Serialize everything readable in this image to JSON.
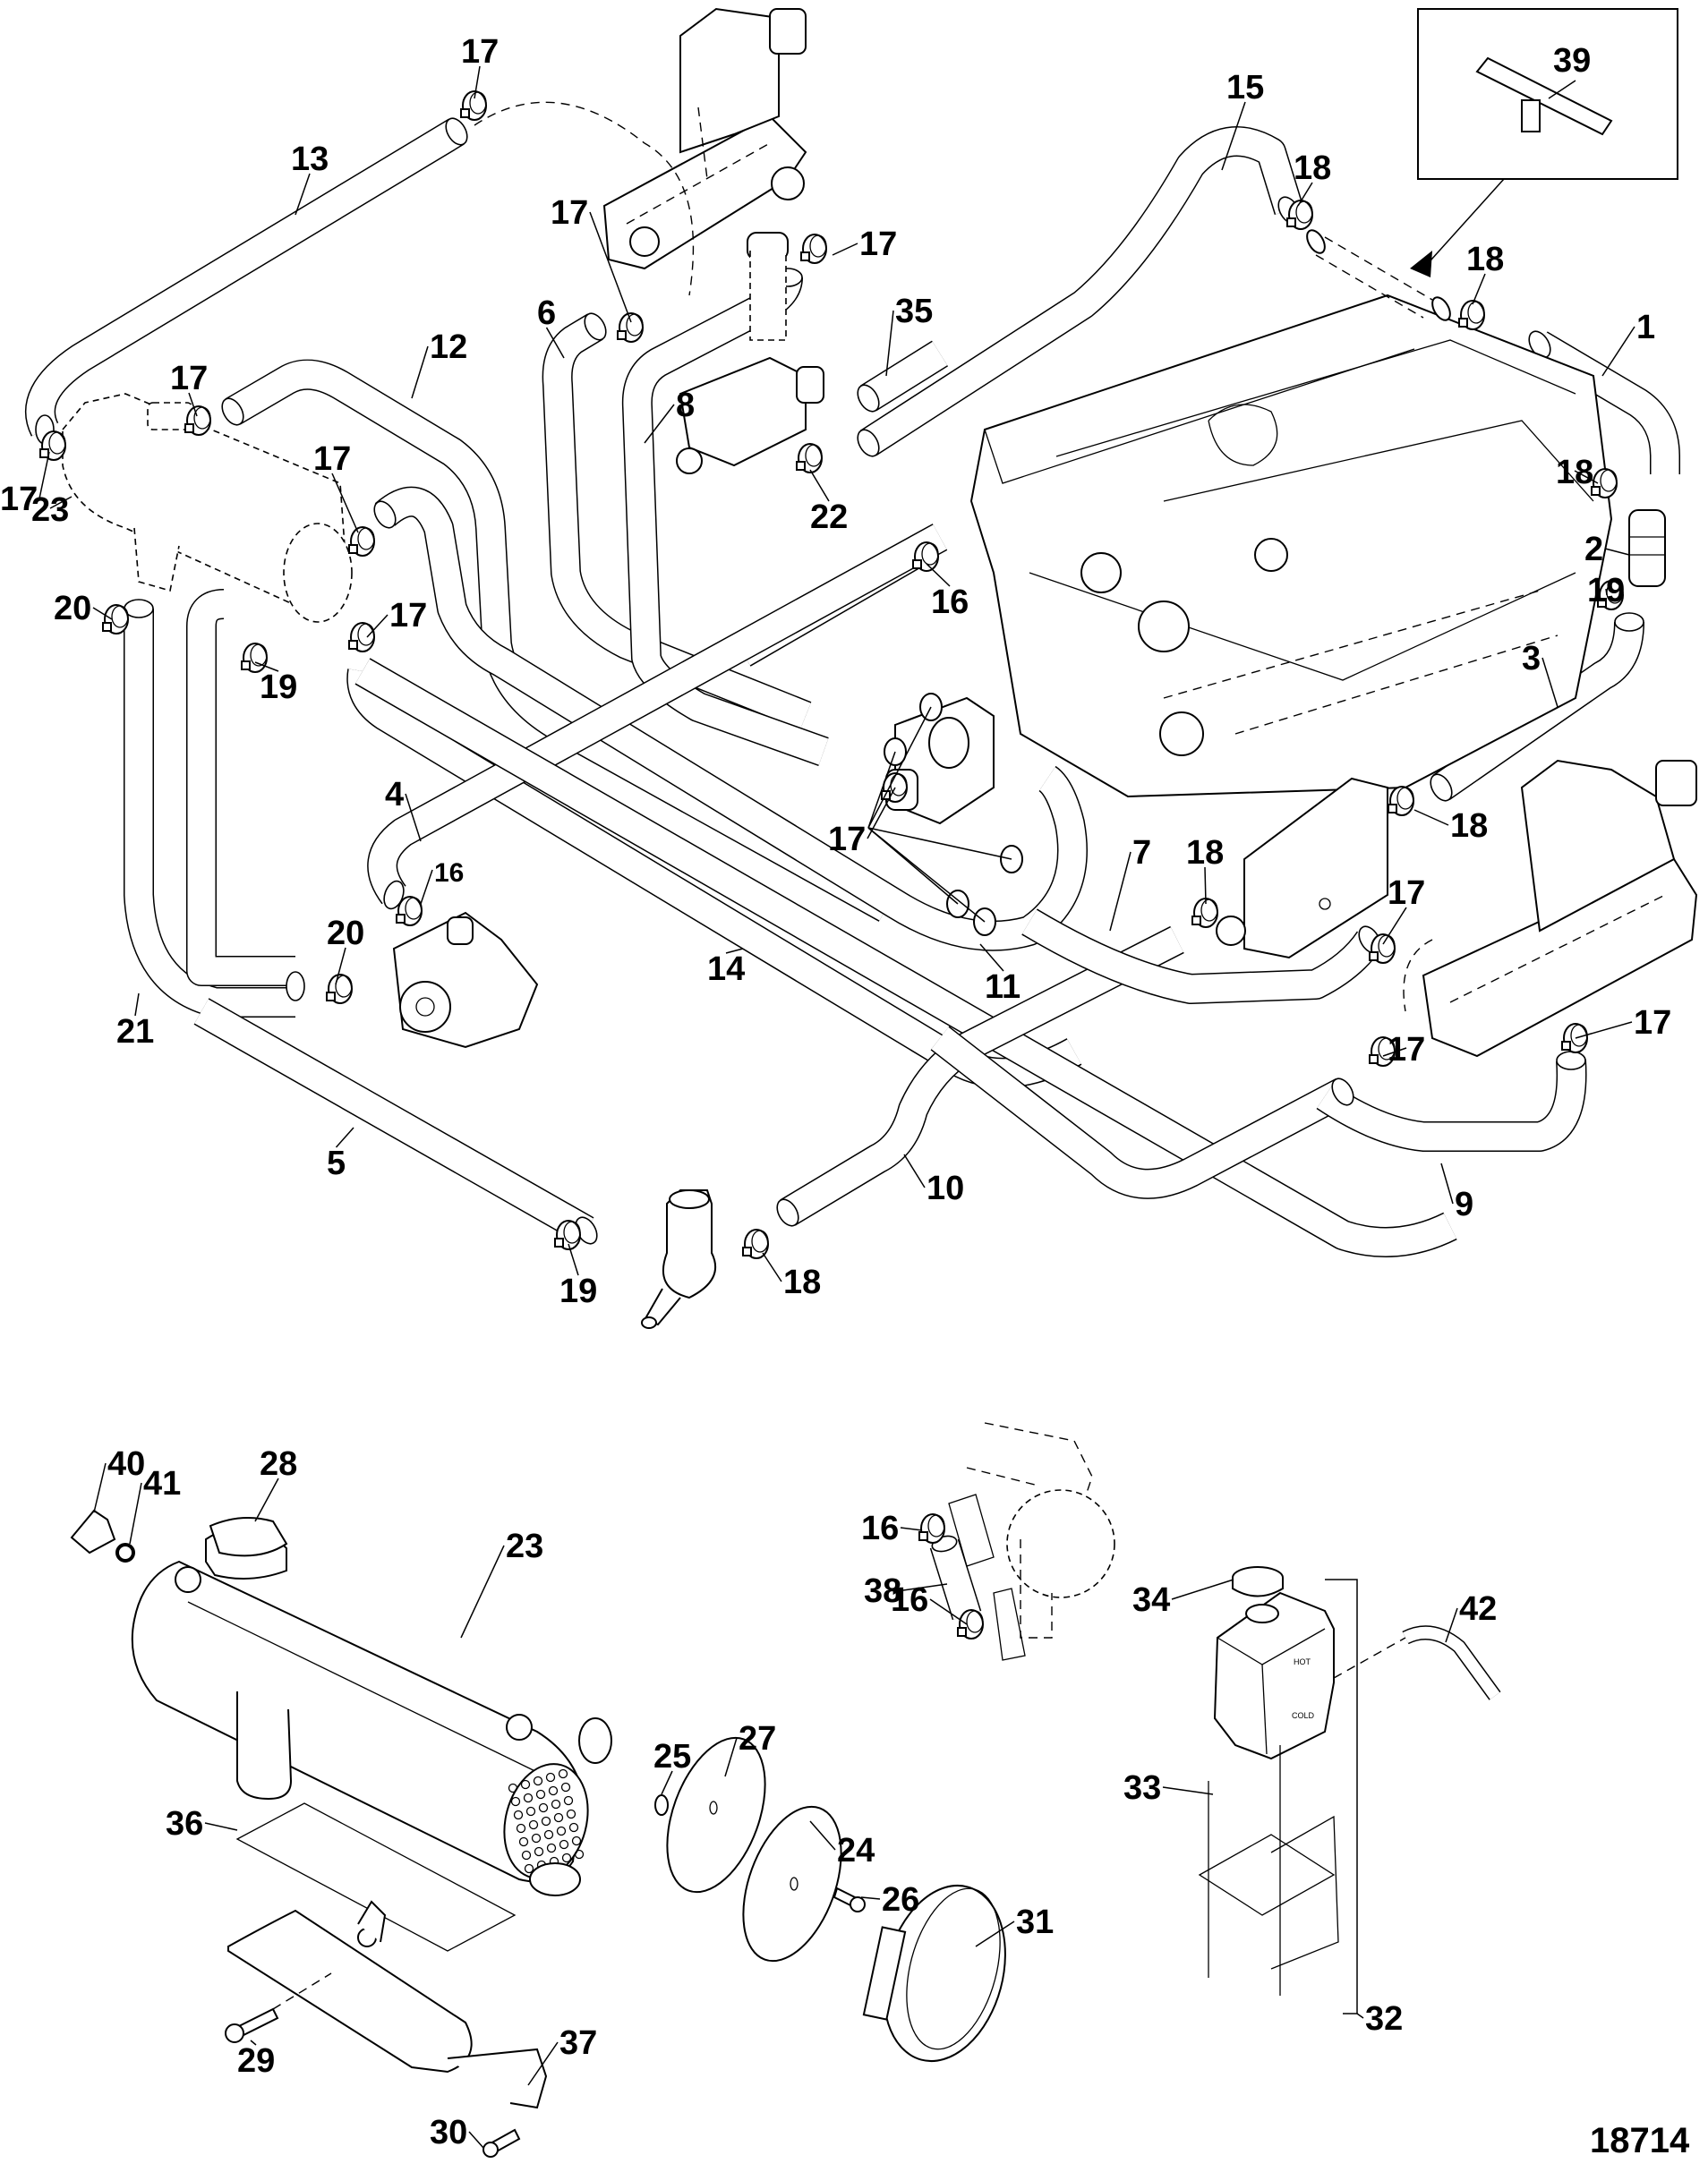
{
  "diagram": {
    "title": "Closed Cooling System Exploded View",
    "document_number": "18714",
    "reservoir_markings": {
      "hot": "HOT",
      "cold": "COLD"
    },
    "callouts": [
      {
        "id": "c-1",
        "label": "1",
        "part": "hose"
      },
      {
        "id": "c-2",
        "label": "2",
        "part": "fitting"
      },
      {
        "id": "c-3",
        "label": "3",
        "part": "hose"
      },
      {
        "id": "c-4",
        "label": "4",
        "part": "hose"
      },
      {
        "id": "c-5",
        "label": "5",
        "part": "hose"
      },
      {
        "id": "c-6",
        "label": "6",
        "part": "hose"
      },
      {
        "id": "c-7",
        "label": "7",
        "part": "hose"
      },
      {
        "id": "c-8",
        "label": "8",
        "part": "hose"
      },
      {
        "id": "c-9",
        "label": "9",
        "part": "hose"
      },
      {
        "id": "c-10",
        "label": "10",
        "part": "hose"
      },
      {
        "id": "c-11",
        "label": "11",
        "part": "hose"
      },
      {
        "id": "c-12",
        "label": "12",
        "part": "hose"
      },
      {
        "id": "c-13",
        "label": "13",
        "part": "hose"
      },
      {
        "id": "c-14",
        "label": "14",
        "part": "hose"
      },
      {
        "id": "c-15",
        "label": "15",
        "part": "hose"
      },
      {
        "id": "c-16a",
        "label": "16",
        "part": "clamp"
      },
      {
        "id": "c-16b",
        "label": "16",
        "part": "clamp"
      },
      {
        "id": "c-16c",
        "label": "16",
        "part": "clamp"
      },
      {
        "id": "c-16d",
        "label": "16",
        "part": "clamp"
      },
      {
        "id": "c-17a",
        "label": "17",
        "part": "clamp"
      },
      {
        "id": "c-17b",
        "label": "17",
        "part": "clamp"
      },
      {
        "id": "c-17c",
        "label": "17",
        "part": "clamp"
      },
      {
        "id": "c-17d",
        "label": "17",
        "part": "clamp"
      },
      {
        "id": "c-17e",
        "label": "17",
        "part": "clamp"
      },
      {
        "id": "c-17f",
        "label": "17",
        "part": "clamp"
      },
      {
        "id": "c-17g",
        "label": "17",
        "part": "clamp"
      },
      {
        "id": "c-17h",
        "label": "17",
        "part": "clamp"
      },
      {
        "id": "c-17i",
        "label": "17",
        "part": "clamp"
      },
      {
        "id": "c-17j",
        "label": "17",
        "part": "clamp"
      },
      {
        "id": "c-17k",
        "label": "17",
        "part": "clamp"
      },
      {
        "id": "c-18a",
        "label": "18",
        "part": "clamp"
      },
      {
        "id": "c-18b",
        "label": "18",
        "part": "clamp"
      },
      {
        "id": "c-18c",
        "label": "18",
        "part": "clamp"
      },
      {
        "id": "c-18d",
        "label": "18",
        "part": "clamp"
      },
      {
        "id": "c-18e",
        "label": "18",
        "part": "clamp"
      },
      {
        "id": "c-18f",
        "label": "18",
        "part": "clamp"
      },
      {
        "id": "c-19a",
        "label": "19",
        "part": "clamp"
      },
      {
        "id": "c-19b",
        "label": "19",
        "part": "clamp"
      },
      {
        "id": "c-19c",
        "label": "19",
        "part": "clamp"
      },
      {
        "id": "c-20a",
        "label": "20",
        "part": "clamp"
      },
      {
        "id": "c-20b",
        "label": "20",
        "part": "clamp"
      },
      {
        "id": "c-21",
        "label": "21",
        "part": "hose"
      },
      {
        "id": "c-22",
        "label": "22",
        "part": "clamp"
      },
      {
        "id": "c-23a",
        "label": "23",
        "part": "heat exchanger"
      },
      {
        "id": "c-23b",
        "label": "23",
        "part": "heat exchanger"
      },
      {
        "id": "c-24",
        "label": "24",
        "part": "end cap"
      },
      {
        "id": "c-25",
        "label": "25",
        "part": "washer"
      },
      {
        "id": "c-26",
        "label": "26",
        "part": "screw"
      },
      {
        "id": "c-27",
        "label": "27",
        "part": "gasket"
      },
      {
        "id": "c-28",
        "label": "28",
        "part": "pressure cap"
      },
      {
        "id": "c-29",
        "label": "29",
        "part": "bolt"
      },
      {
        "id": "c-30",
        "label": "30",
        "part": "bolt"
      },
      {
        "id": "c-31",
        "label": "31",
        "part": "end cap clamp"
      },
      {
        "id": "c-32",
        "label": "32",
        "part": "reservoir kit"
      },
      {
        "id": "c-33",
        "label": "33",
        "part": "reservoir"
      },
      {
        "id": "c-34",
        "label": "34",
        "part": "reservoir cap"
      },
      {
        "id": "c-35",
        "label": "35",
        "part": "hose"
      },
      {
        "id": "c-36",
        "label": "36",
        "part": "pad"
      },
      {
        "id": "c-37",
        "label": "37",
        "part": "bracket"
      },
      {
        "id": "c-38",
        "label": "38",
        "part": "hose"
      },
      {
        "id": "c-39",
        "label": "39",
        "part": "tube assembly"
      },
      {
        "id": "c-40",
        "label": "40",
        "part": "drain plug"
      },
      {
        "id": "c-41",
        "label": "41",
        "part": "o-ring"
      },
      {
        "id": "c-42",
        "label": "42",
        "part": "overflow hose"
      }
    ]
  }
}
